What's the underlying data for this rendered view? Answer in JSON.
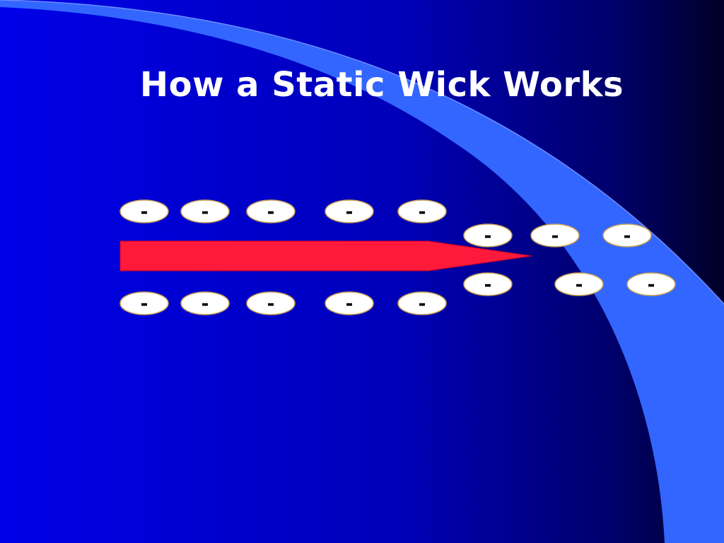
{
  "slide": {
    "title": "How a Static Wick Works"
  },
  "colors": {
    "background_light": "#0000e8",
    "background_dark": "#000030",
    "swoosh": "#3366ff",
    "wick": "#ff1a3c",
    "charge_fill": "#ffffff",
    "charge_stroke": "#c8a050"
  },
  "diagram": {
    "charge_symbol": "-",
    "charge_count_top_row": 5,
    "charge_count_bottom_row": 5,
    "charge_count_tip": 6
  }
}
